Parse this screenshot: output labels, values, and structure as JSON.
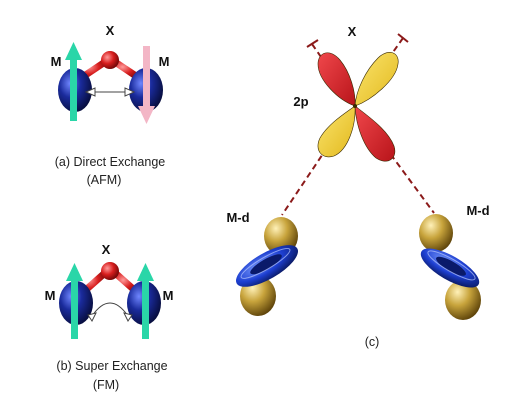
{
  "panel_a": {
    "label_x": "X",
    "label_m_left": "M",
    "label_m_right": "M",
    "caption_line1": "(a) Direct Exchange",
    "caption_line2": "(AFM)"
  },
  "panel_b": {
    "label_x": "X",
    "label_m_left": "M",
    "label_m_right": "M",
    "caption_line1": "(b) Super Exchange",
    "caption_line2": "(FM)"
  },
  "panel_c": {
    "label_x": "X",
    "label_2p": "2p",
    "label_md_left": "M-d",
    "label_md_right": "M-d",
    "caption": "(c)"
  },
  "colors": {
    "metal_blue": "#1a2b9c",
    "ligand_red": "#d81e1e",
    "spin_up_green": "#2ad6a8",
    "spin_down_pink": "#f3b6c6",
    "orbital_red": "#e0262b",
    "orbital_yellow": "#f2d43a",
    "d_lobe_gold": "#c8a43c",
    "d_torus_blue": "#1d3fd1",
    "bond_line": "#8b1a1a"
  }
}
